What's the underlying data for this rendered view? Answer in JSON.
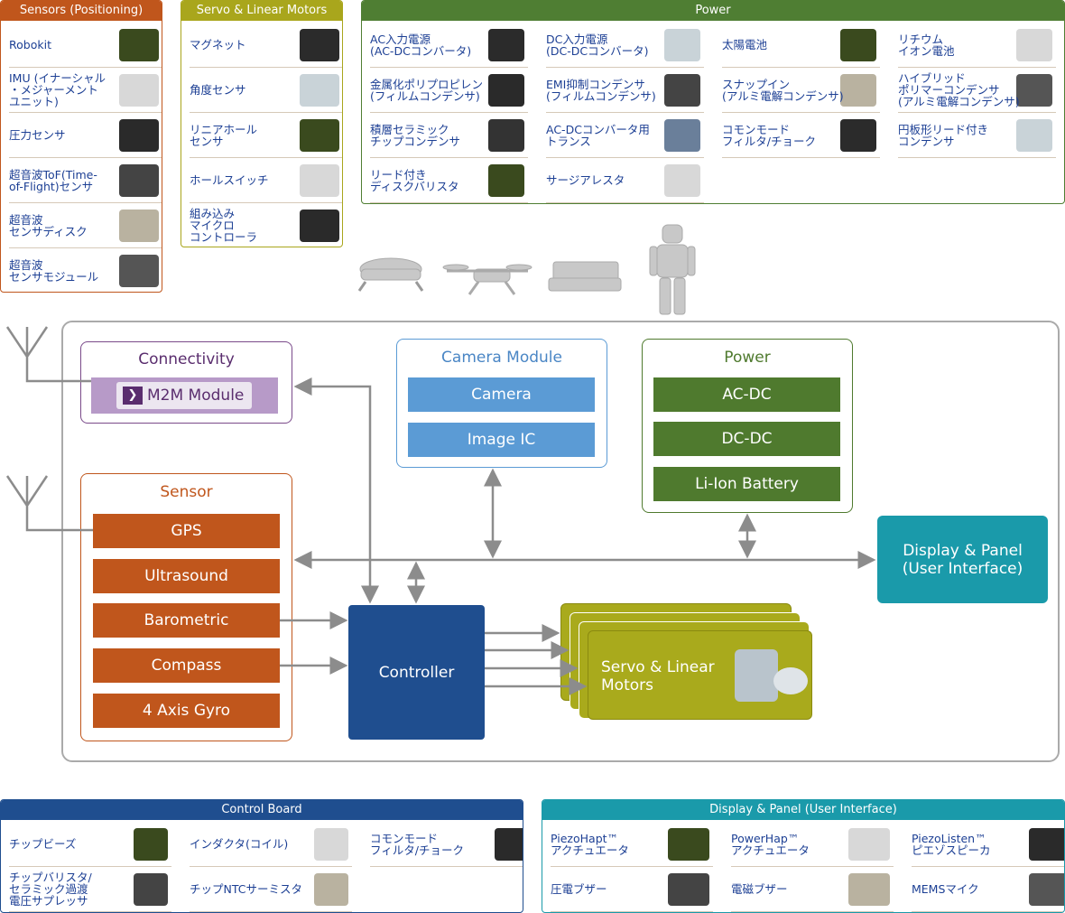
{
  "sensors_panel": {
    "title": "Sensors (Positioning)",
    "color": "#c0561c",
    "items": [
      "Robokit",
      "IMU (イナーシャル\n・メジャーメント\nユニット)",
      "圧力センサ",
      "超音波ToF(Time-\nof-Flight)センサ",
      "超音波\nセンサディスク",
      "超音波\nセンサモジュール"
    ]
  },
  "servo_panel": {
    "title": "Servo & Linear Motors",
    "color": "#a9a61c",
    "items": [
      "マグネット",
      "角度センサ",
      "リニアホール\nセンサ",
      "ホールスイッチ",
      "組み込み\nマイクロ\nコントローラ"
    ]
  },
  "power_panel": {
    "title": "Power",
    "color": "#4f7e33",
    "items": [
      "AC入力電源\n(AC-DCコンバータ)",
      "DC入力電源\n(DC-DCコンバータ)",
      "太陽電池",
      "リチウム\nイオン電池",
      "金属化ポリプロピレン\n(フィルムコンデンサ)",
      "EMI抑制コンデンサ\n(フィルムコンデンサ)",
      "スナップイン\n(アルミ電解コンデンサ)",
      "ハイブリッド\nポリマーコンデンサ\n(アルミ電解コンデンサ)",
      "積層セラミック\nチップコンデンサ",
      "AC-DCコンバータ用\nトランス",
      "コモンモード\nフィルタ/チョーク",
      "円板形リード付き\nコンデンサ",
      "リード付き\nディスクバリスタ",
      "サージアレスタ"
    ]
  },
  "control_panel": {
    "title": "Control Board",
    "color": "#1f4e8f",
    "items": [
      "チップビーズ",
      "インダクタ(コイル)",
      "コモンモード\nフィルタ/チョーク",
      "チップバリスタ/\nセラミック過渡\n電圧サプレッサ",
      "チップNTCサーミスタ"
    ]
  },
  "display_panel": {
    "title": "Display & Panel (User Interface)",
    "color": "#1a9aaa",
    "items": [
      "PiezoHapt™\nアクチュエータ",
      "PowerHap™\nアクチュエータ",
      "PiezoListen™\nピエゾスピーカ",
      "圧電ブザー",
      "電磁ブザー",
      "MEMSマイク"
    ]
  },
  "diagram": {
    "connectivity": {
      "title": "Connectivity",
      "module": "M2M Module",
      "color": "#7a4a8a"
    },
    "camera": {
      "title": "Camera Module",
      "items": [
        "Camera",
        "Image IC"
      ],
      "color": "#5b9bd5"
    },
    "power": {
      "title": "Power",
      "items": [
        "AC-DC",
        "DC-DC",
        "Li-Ion Battery"
      ],
      "color": "#4f7a2e"
    },
    "sensor": {
      "title": "Sensor",
      "items": [
        "GPS",
        "Ultrasound",
        "Barometric",
        "Compass",
        "4 Axis Gyro"
      ],
      "color": "#c0561c"
    },
    "controller": "Controller",
    "servo": "Servo & Linear\nMotors",
    "display": "Display & Panel\n(User Interface)"
  },
  "robot_icons": [
    "robot-vacuum-icon",
    "drone-icon",
    "delivery-robot-icon",
    "humanoid-robot-icon"
  ]
}
